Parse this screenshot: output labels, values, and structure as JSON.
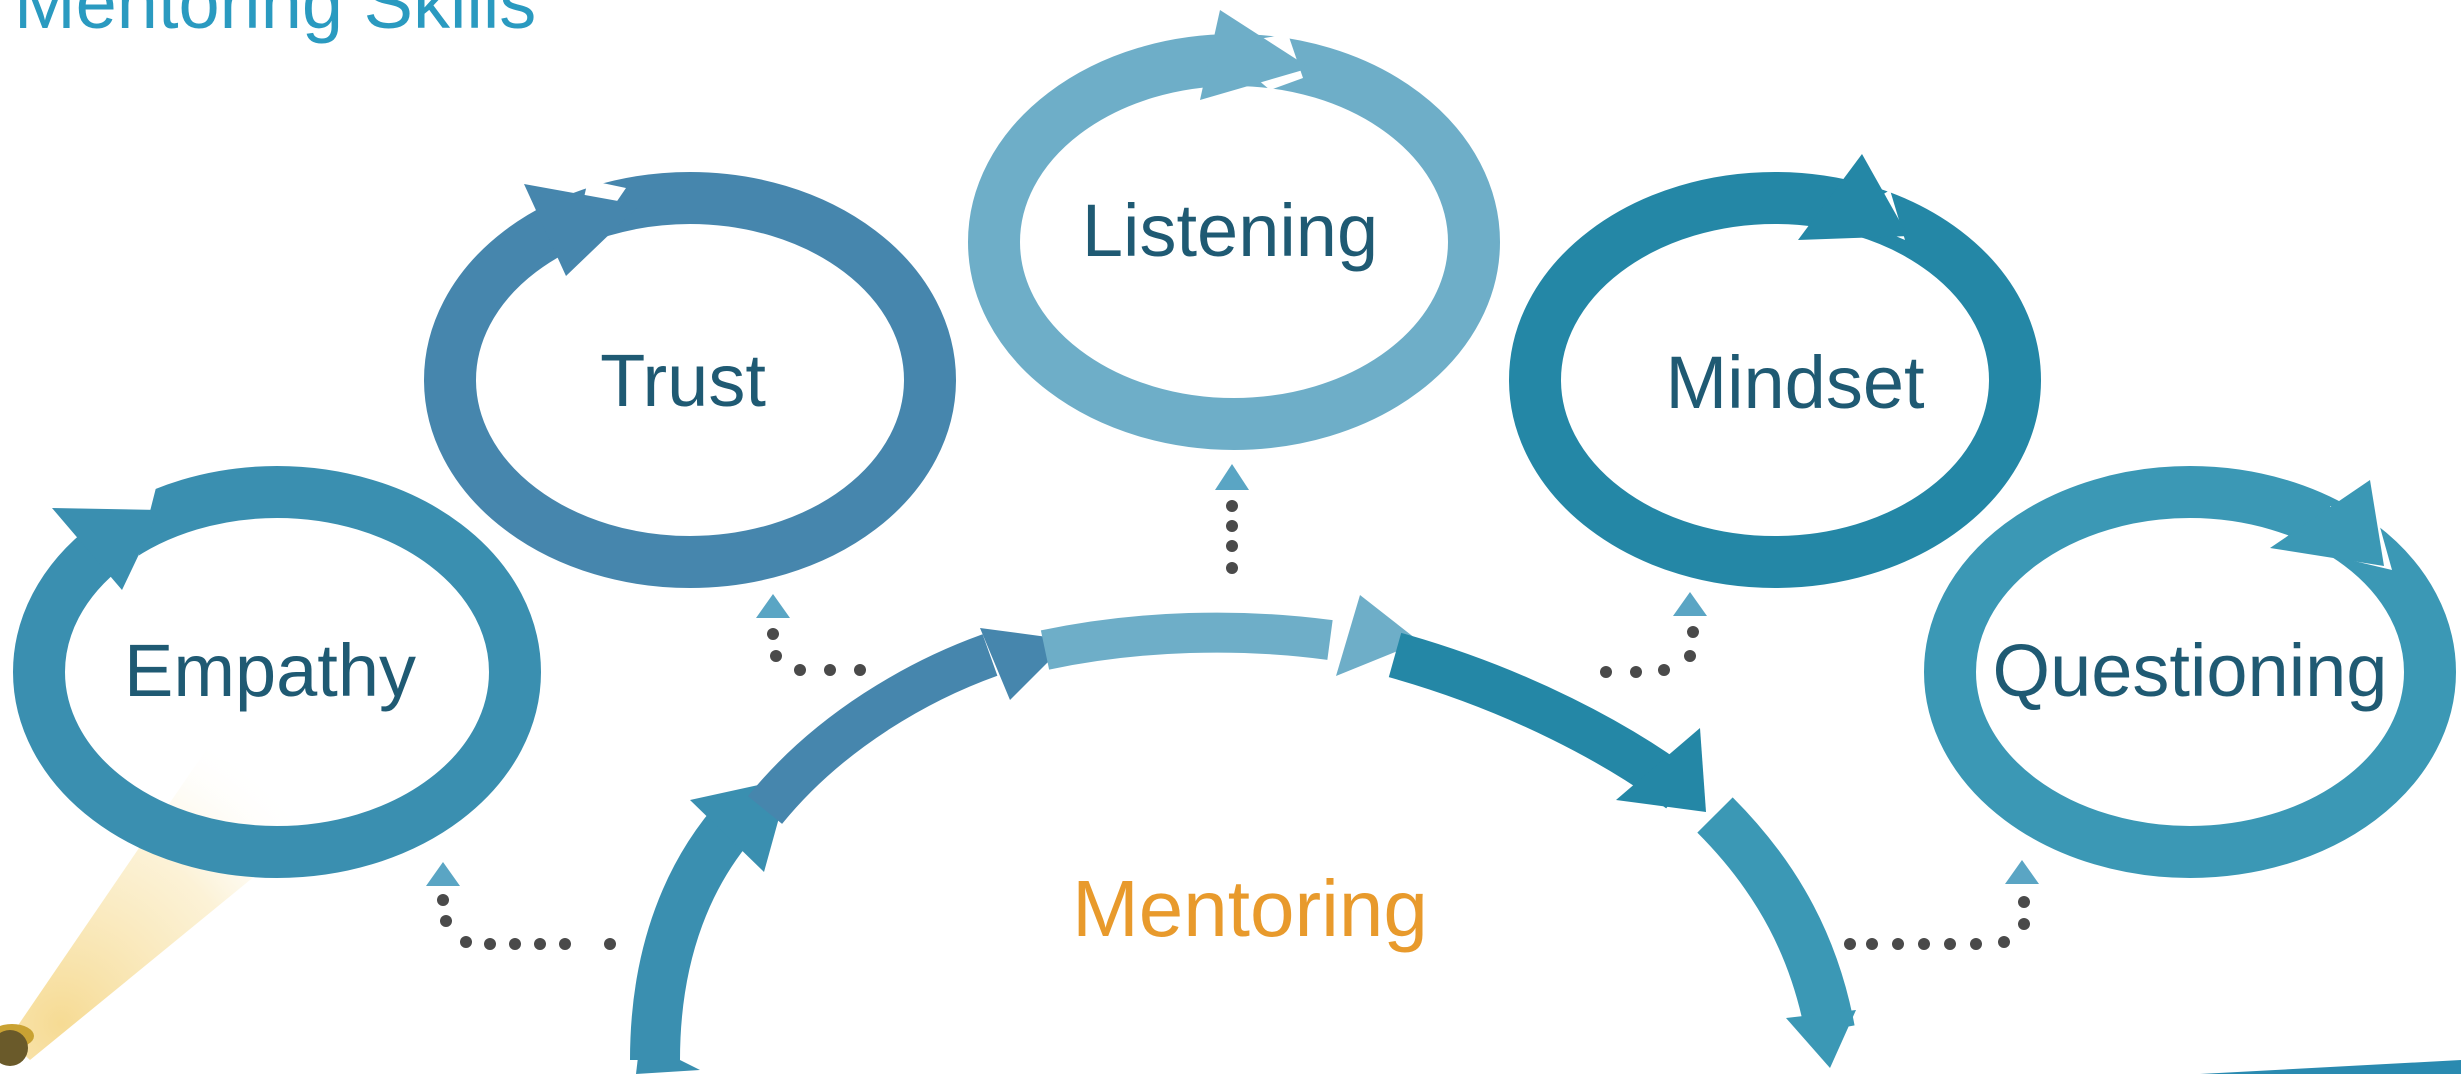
{
  "slide": {
    "title": "Mentoring Skills",
    "center_label": "Mentoring"
  },
  "skills": [
    {
      "label": "Empathy",
      "color": "#3a8fb0"
    },
    {
      "label": "Trust",
      "color": "#4686ad"
    },
    {
      "label": "Listening",
      "color": "#6eaec8"
    },
    {
      "label": "Mindset",
      "color": "#2487a6"
    },
    {
      "label": "Questioning",
      "color": "#3b98b5"
    }
  ],
  "colors": {
    "title": "#2a9ac0",
    "skill_text": "#1f5a73",
    "center_text": "#e89a2c",
    "connector": "#4a4a4a",
    "connector_arrow": "#5aa5c4"
  },
  "icons": [
    "spotlight-icon"
  ]
}
